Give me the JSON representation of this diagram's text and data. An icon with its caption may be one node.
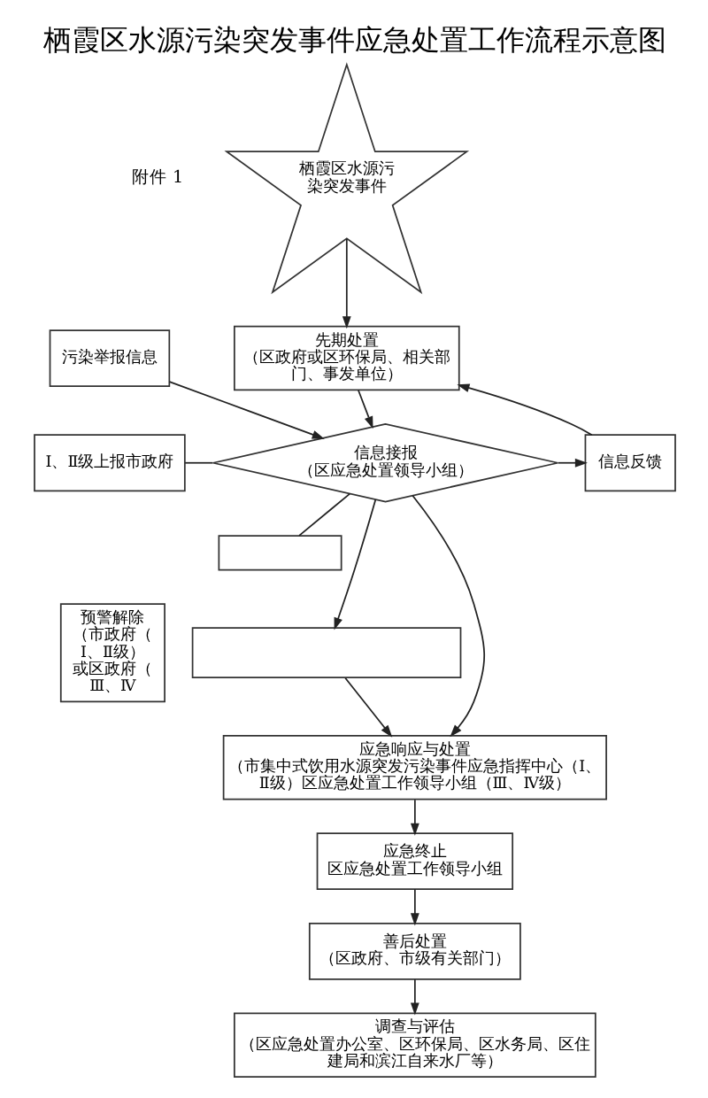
{
  "diagram": {
    "title": "栖霞区水源污染突发事件应急处置工作流程示意图",
    "nodes": [
      {
        "text": [
          "栖霞区水源污染突发事件"
        ]
      },
      {
        "text": [
          "污染举报信息"
        ]
      },
      {
        "text": [
          "先期处置",
          "（区政府或区环保局、相关部门、事发单位）"
        ]
      },
      {
        "text": [
          "信息反馈"
        ]
      },
      {
        "text": [
          "Ⅰ、Ⅱ级上报市政府"
        ]
      },
      {
        "text": [
          "信息接报",
          "（区应急处置领导小组）"
        ]
      },
      {
        "text": [],
        "shape": "box"
      },
      {
        "text": [],
        "shape": "box"
      },
      {
        "text": [
          "预警解除",
          "（市政府（Ⅰ、Ⅱ级）或区政府（Ⅲ、Ⅳ"
        ]
      },
      {
        "text": [
          "应急响应与处置",
          "（市集中式饮用水源突发污染事件应急指挥中心（Ⅰ、Ⅱ级）区应急处置工作领导小组（Ⅲ、Ⅳ级）"
        ]
      },
      {
        "text": [
          "应急终止",
          "区应急处置工作领导小组"
        ]
      },
      {
        "text": [
          "善后处置",
          "（区政府、市级有关部门）"
        ]
      },
      {
        "text": [
          "调查与评估",
          "（区应急处置办公室、区环保局、区水务局、区住建局和滨江自来水厂等）"
        ]
      }
    ],
    "edges": [
      {
        "from": 0,
        "to": 2,
        "arrow": "to"
      },
      {
        "from": 1,
        "to": 5,
        "arrow": "to"
      },
      {
        "from": 2,
        "to": 5,
        "arrow": "to"
      },
      {
        "from": 5,
        "to": 3,
        "arrow": "to"
      },
      {
        "from": 3,
        "to": 2,
        "arrow": "to"
      },
      {
        "from": 5,
        "to": 4,
        "arrow": "none"
      },
      {
        "from": 5,
        "to": 6,
        "arrow": "none"
      },
      {
        "from": 5,
        "to": 7,
        "arrow": "to"
      },
      {
        "from": 5,
        "to": 9,
        "arrow": "to"
      },
      {
        "from": 7,
        "to": 9,
        "arrow": "to"
      },
      {
        "from": 9,
        "to": 10,
        "arrow": "to"
      },
      {
        "from": 10,
        "to": 11,
        "arrow": "to"
      },
      {
        "from": 11,
        "to": 12,
        "arrow": "to"
      }
    ],
    "labels": [
      "附件 1"
    ]
  }
}
